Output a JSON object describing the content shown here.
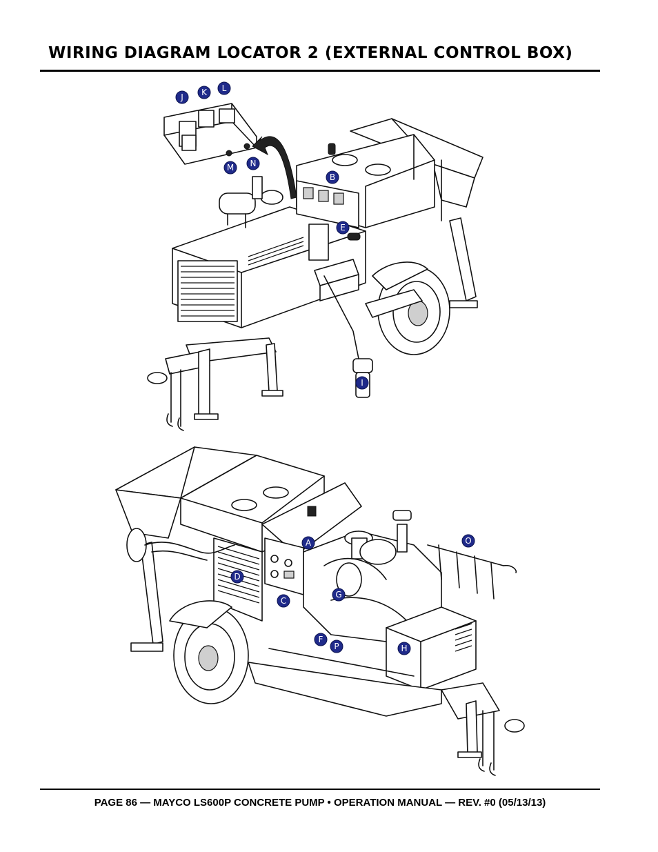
{
  "header": {
    "title": "WIRING DIAGRAM LOCATOR 2 (EXTERNAL CONTROL BOX)"
  },
  "footer": {
    "text": "PAGE 86 — MAYCO LS600P CONCRETE PUMP • OPERATION MANUAL — REV. #0 (05/13/13)"
  },
  "callouts": {
    "J": "J",
    "K": "K",
    "L": "L",
    "M": "M",
    "N": "N",
    "B": "B",
    "E": "E",
    "I": "I",
    "A": "A",
    "O": "O",
    "D": "D",
    "G": "G",
    "C": "C",
    "F": "F",
    "P": "P",
    "H": "H"
  },
  "colors": {
    "callout_fill": "#1f2a8a",
    "line": "#111111"
  }
}
